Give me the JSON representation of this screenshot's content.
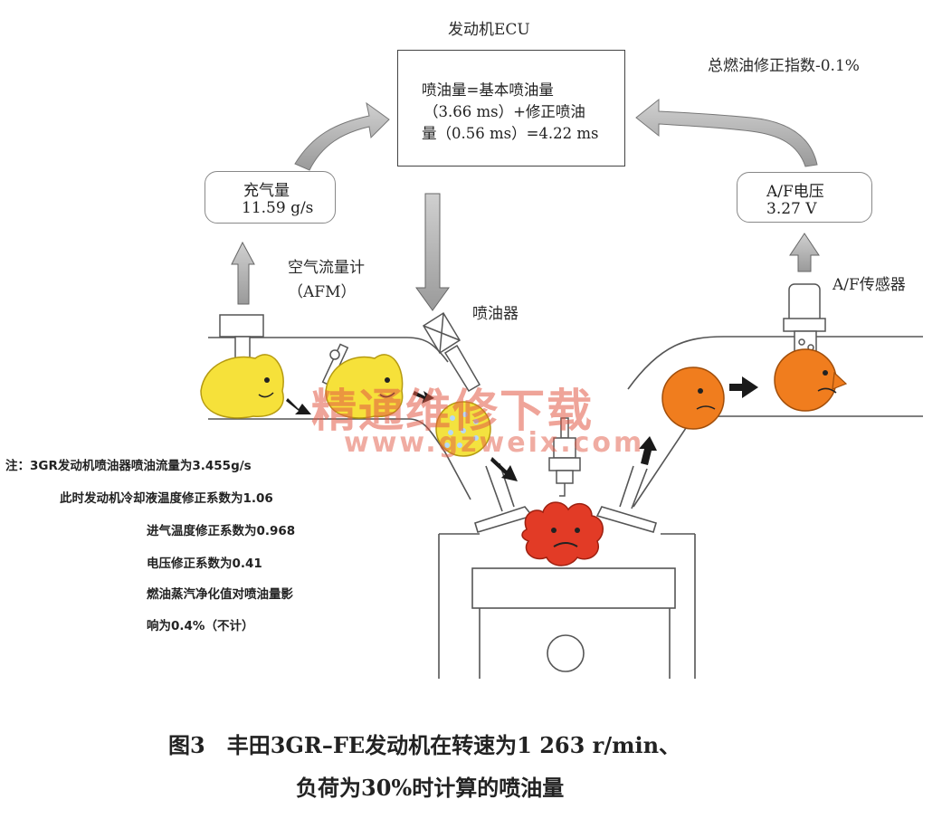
{
  "ecu": {
    "title": "发动机ECU",
    "line1": "喷油量=基本喷油量",
    "line2": "（3.66 ms）+修正喷油",
    "line3": "量（0.56 ms）=4.22 ms"
  },
  "air_box": {
    "label": "充气量",
    "value": "11.59 g/s"
  },
  "af_box": {
    "label": "A/F电压",
    "value": "3.27 V"
  },
  "fuel_correction": "总燃油修正指数-0.1%",
  "afm": {
    "line1": "空气流量计",
    "line2": "（AFM）"
  },
  "injector_label": "喷油器",
  "af_sensor_label": "A/F传感器",
  "notes": [
    "注：3GR发动机喷油器喷油流量为3.455g/s",
    "此时发动机冷却液温度修正系数为1.06",
    "进气温度修正系数为0.968",
    "电压修正系数为0.41",
    "燃油蒸汽净化值对喷油量影",
    "响为0.4%（不计）"
  ],
  "caption": {
    "line1": "图3　丰田3GR–FE发动机在转速为1 263 r/min、",
    "line2": "负荷为30%时计算的喷油量"
  },
  "watermark": {
    "cn": "精通维修下载",
    "url": "www.gzweix.com"
  },
  "colors": {
    "yellow": "#f6e13a",
    "orange": "#f07d1e",
    "red": "#e23b26",
    "arrow_gray": "#b8b8b8",
    "line": "#444444"
  }
}
